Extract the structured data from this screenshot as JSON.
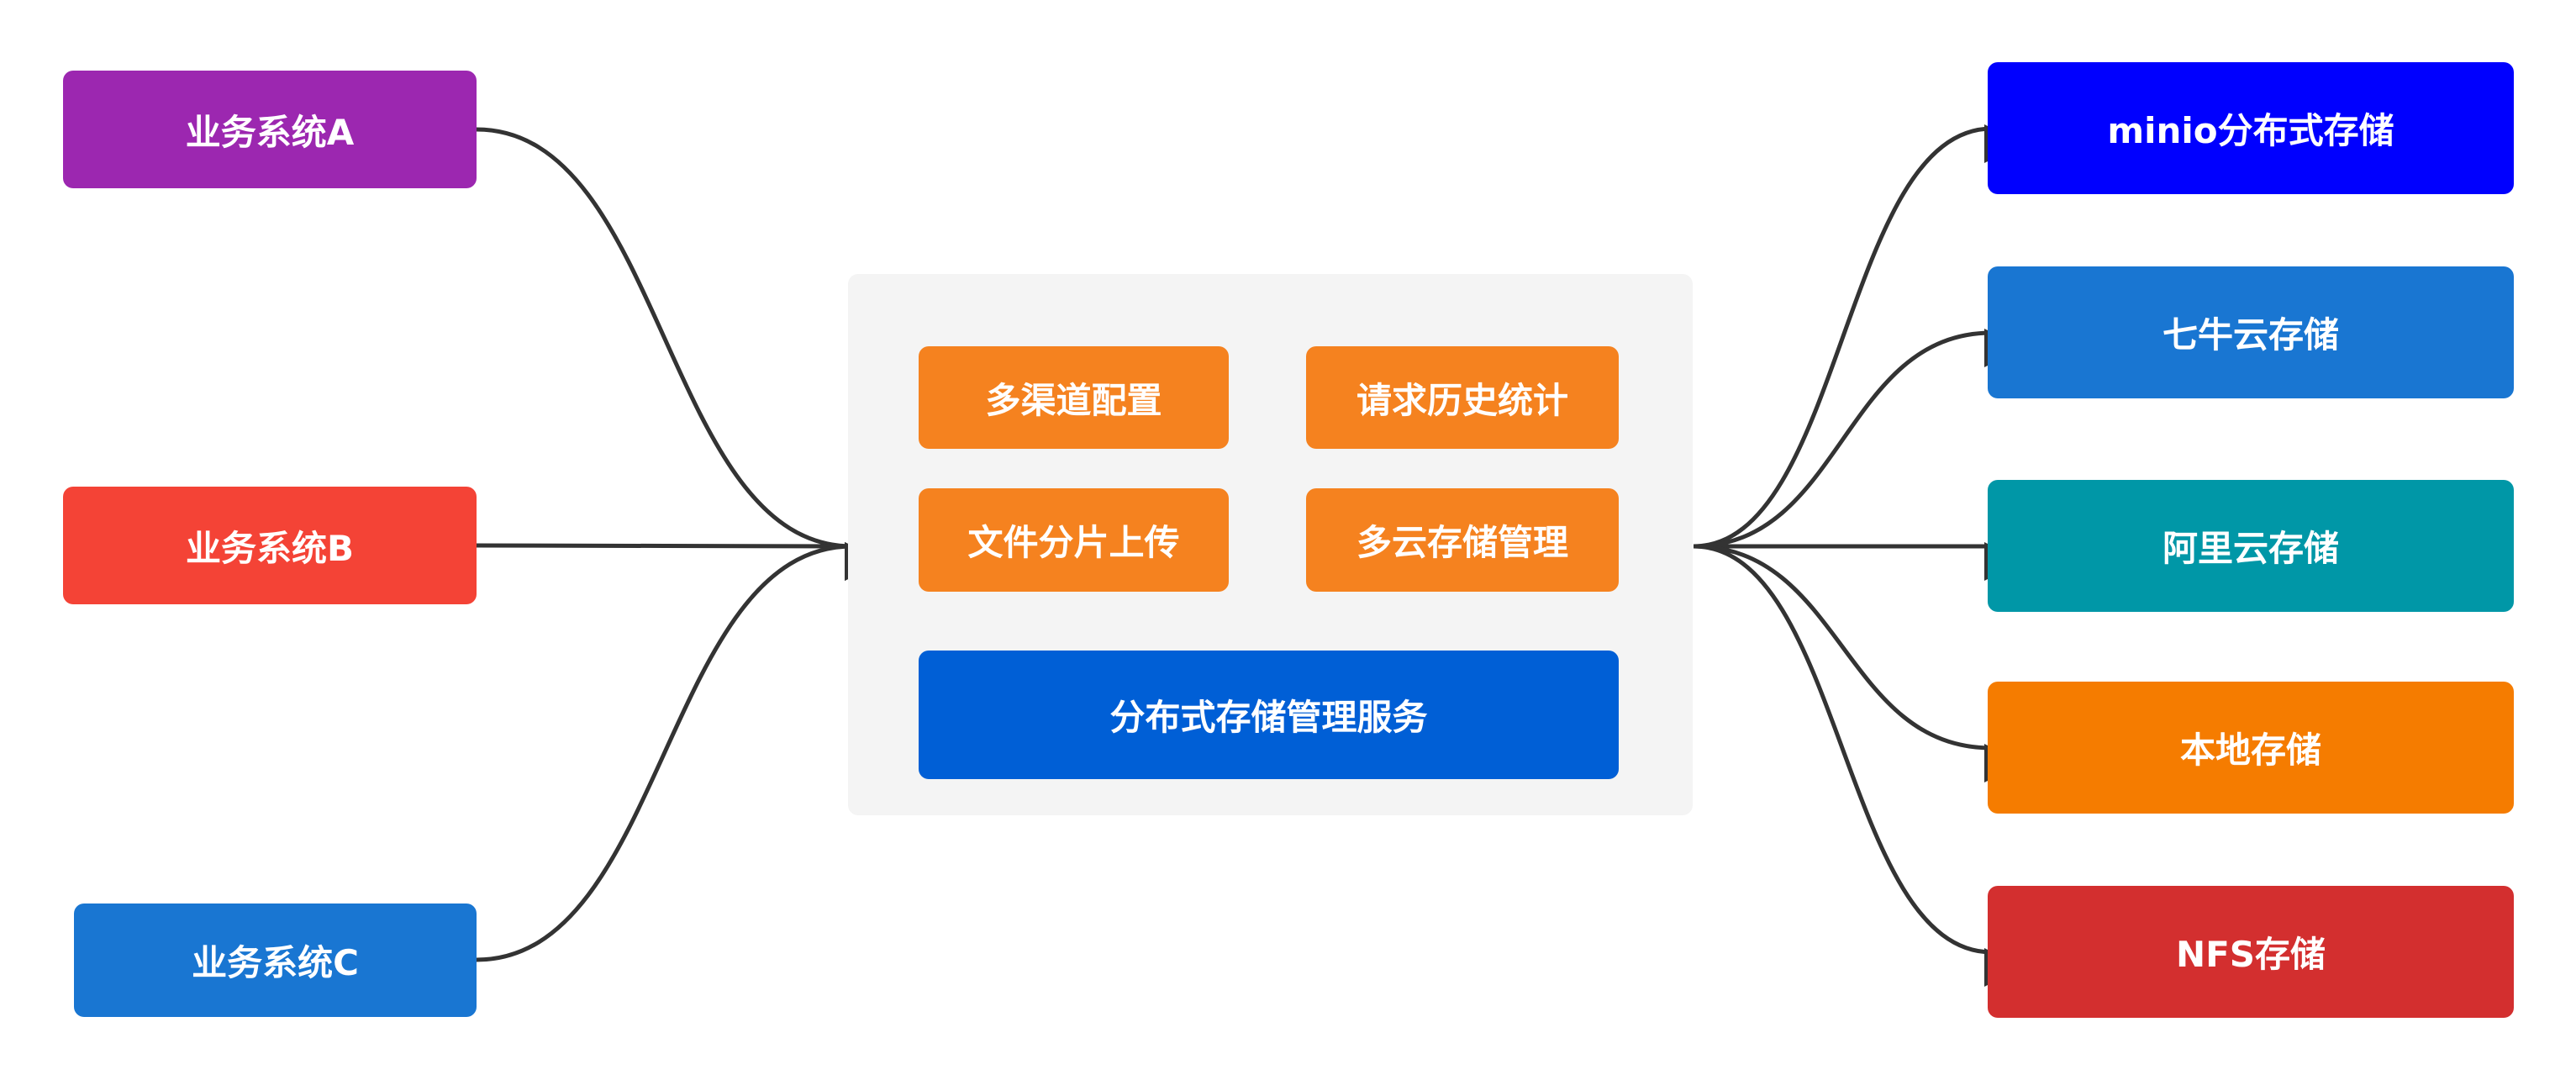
{
  "sources": [
    {
      "label": "业务系统A",
      "color": "#9c27b0"
    },
    {
      "label": "业务系统B",
      "color": "#f44336"
    },
    {
      "label": "业务系统C",
      "color": "#1976d2"
    }
  ],
  "service": {
    "features": [
      {
        "label": "多渠道配置"
      },
      {
        "label": "请求历史统计"
      },
      {
        "label": "文件分片上传"
      },
      {
        "label": "多云存储管理"
      }
    ],
    "feature_color": "#f5821f",
    "title": "分布式存储管理服务",
    "title_color": "#005fd6",
    "panel_color": "#f4f4f4"
  },
  "targets": [
    {
      "label": "minio分布式存储",
      "color": "#0000ff"
    },
    {
      "label": "七牛云存储",
      "color": "#1976d2"
    },
    {
      "label": "阿里云存储",
      "color": "#0097a7"
    },
    {
      "label": "本地存储",
      "color": "#f57c00"
    },
    {
      "label": "NFS存储",
      "color": "#d32f2f"
    }
  ],
  "edge_color": "#333333"
}
